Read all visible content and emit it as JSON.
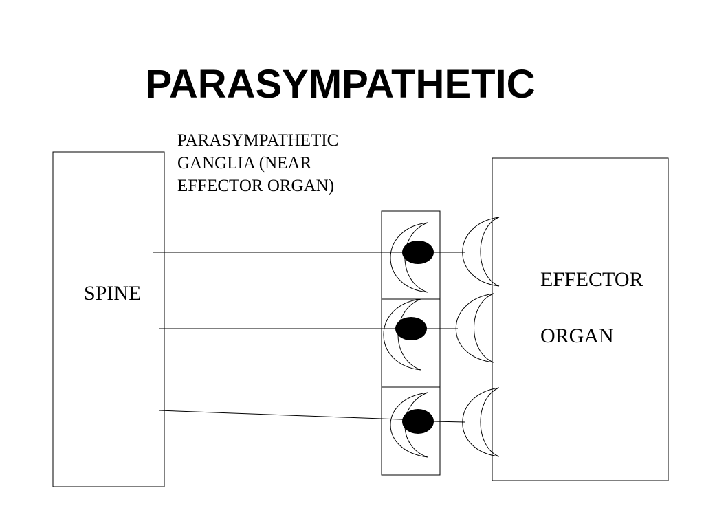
{
  "title": "PARASYMPATHETIC",
  "ganglia_label": {
    "line1": "PARASYMPATHETIC",
    "line2": "GANGLIA (NEAR",
    "line3": "EFFECTOR ORGAN)"
  },
  "spine_label": "SPINE",
  "effector_label": {
    "line1": "EFFECTOR",
    "line2": "ORGAN"
  },
  "colors": {
    "stroke": "#000000",
    "node_fill": "#000000",
    "background": "#ffffff"
  }
}
